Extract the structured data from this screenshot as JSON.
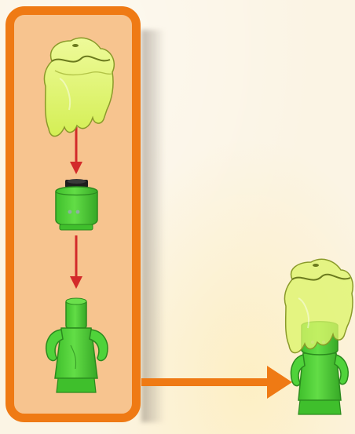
{
  "diagram": {
    "type": "build-instruction",
    "colors": {
      "background": "#fbf4e4",
      "panel_fill": "#f7c48f",
      "panel_border": "#ef7a14",
      "step_arrow": "#d32a2a",
      "result_arrow": "#ef7a14",
      "slime_green": "#dcf56a",
      "figure_green": "#4fd33a"
    },
    "parts": [
      {
        "name": "slime-wig",
        "icon": "slime-hair-piece"
      },
      {
        "name": "head",
        "icon": "minifigure-head"
      },
      {
        "name": "torso",
        "icon": "minifigure-torso-with-arms"
      }
    ],
    "result": {
      "icon": "assembled-minifigure"
    }
  }
}
